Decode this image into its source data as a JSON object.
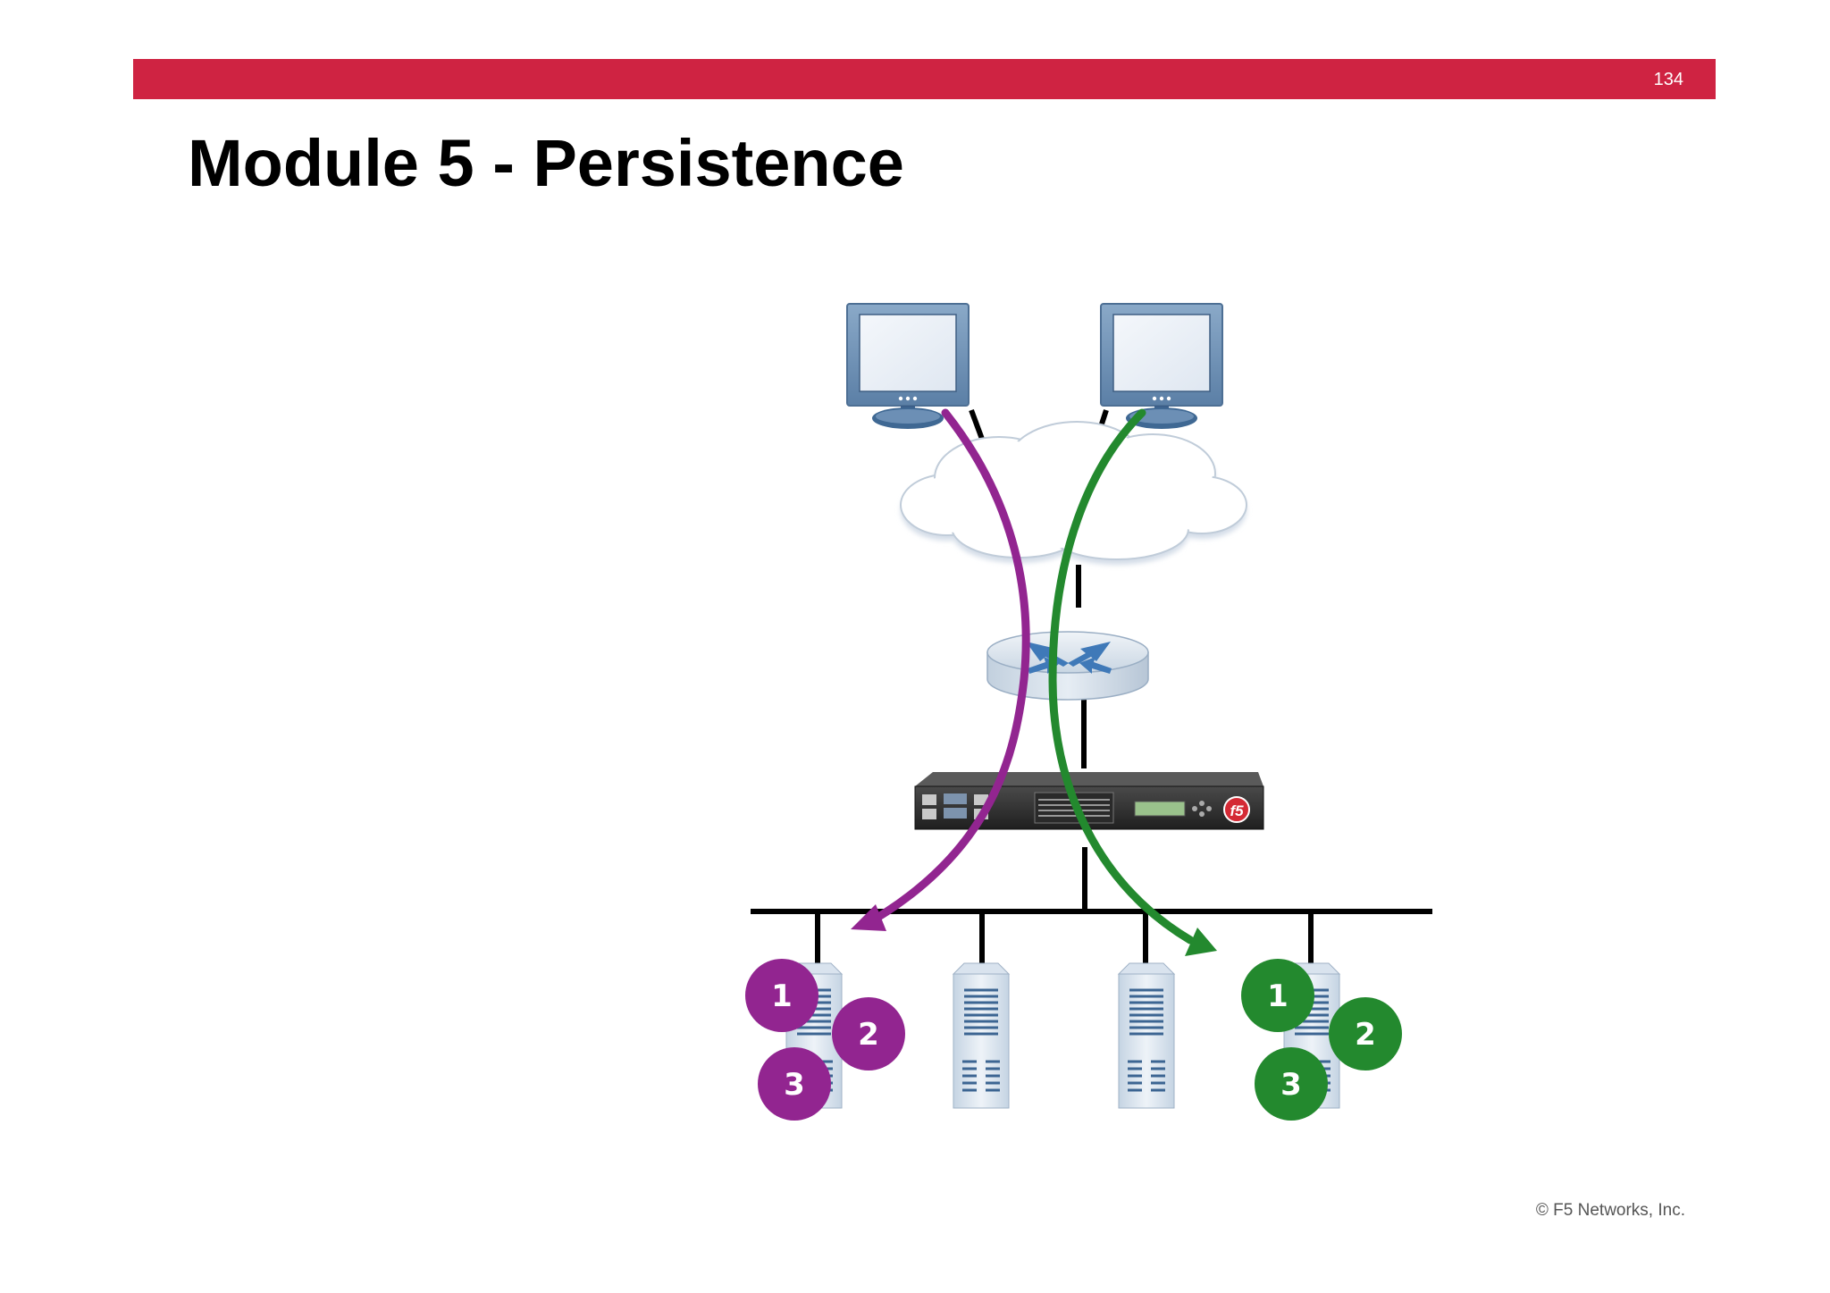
{
  "header": {
    "page_number": "134"
  },
  "title": "Module 5 - Persistence",
  "footer": {
    "copyright": "© F5 Networks, Inc."
  },
  "diagram": {
    "icons": [
      "client-computer-icon",
      "client-computer-icon",
      "cloud-icon",
      "router-icon",
      "load-balancer-appliance-icon",
      "server-icon",
      "server-icon",
      "server-icon",
      "server-icon"
    ],
    "colors": {
      "purple_flow": "#922590",
      "green_flow": "#23892e",
      "bar": "#cf2342"
    },
    "purple_badges": [
      "1",
      "2",
      "3"
    ],
    "green_badges": [
      "1",
      "2",
      "3"
    ]
  }
}
